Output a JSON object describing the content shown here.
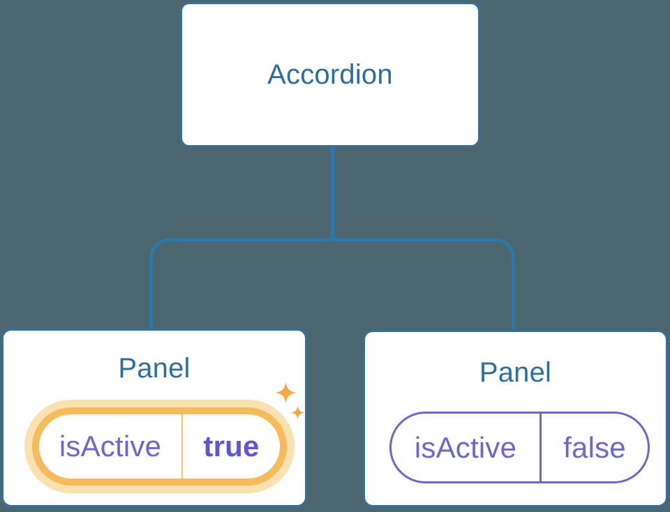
{
  "diagram": {
    "type": "component-tree",
    "root": {
      "label": "Accordion"
    },
    "children": [
      {
        "label": "Panel",
        "state_name": "isActive",
        "state_value": "true",
        "highlighted": true,
        "decoration": "sparkle-icons"
      },
      {
        "label": "Panel",
        "state_name": "isActive",
        "state_value": "false",
        "highlighted": false,
        "decoration": "none"
      }
    ]
  },
  "icons": {
    "sparkle": "four-point-star"
  },
  "colors": {
    "background": "#4C6670",
    "node_fill": "#FFFFFF",
    "node_border_blue": "#32719F",
    "connector_blue": "#2F76A9",
    "label_blue": "#2E6E9E",
    "state_purple": "#6B66D4",
    "state_value_bold_purple": "#5E55D6",
    "highlight_ring_orange": "#F8BB5C",
    "highlight_glow_orange": "#FBE0B0",
    "sparkle_orange": "#F5A943"
  }
}
